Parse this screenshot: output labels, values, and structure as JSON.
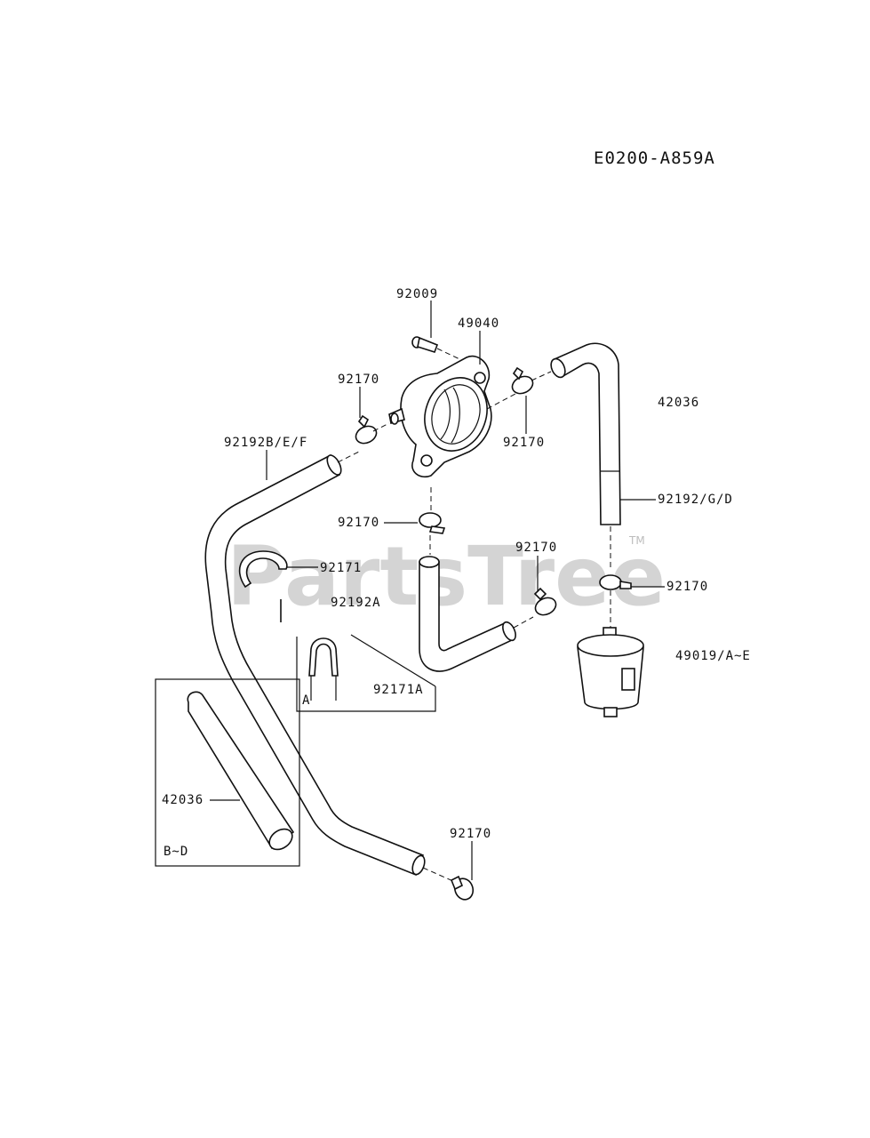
{
  "diagram_code": "E0200-A859A",
  "watermark": "PartsTree",
  "watermark_tm": "TM",
  "labels": {
    "screw": "92009",
    "fuel_pump": "49040",
    "clamp_upper_left": "92170",
    "clamp_upper_right": "92170",
    "hose_upper_right": "42036",
    "hose_left_long": "92192B/E/F",
    "clamp_below_pump": "92170",
    "clamp_middle_right": "92170",
    "hose_right_vertical": "92192/G/D",
    "clip_hose": "92171",
    "hose_small": "92192A",
    "clamp_filter": "92170",
    "fuel_filter": "49019/A~E",
    "clip_alt": "92171A",
    "inset_a_letter": "A",
    "hose_inset": "42036",
    "inset_bd_letter": "B~D",
    "clamp_bottom": "92170"
  }
}
